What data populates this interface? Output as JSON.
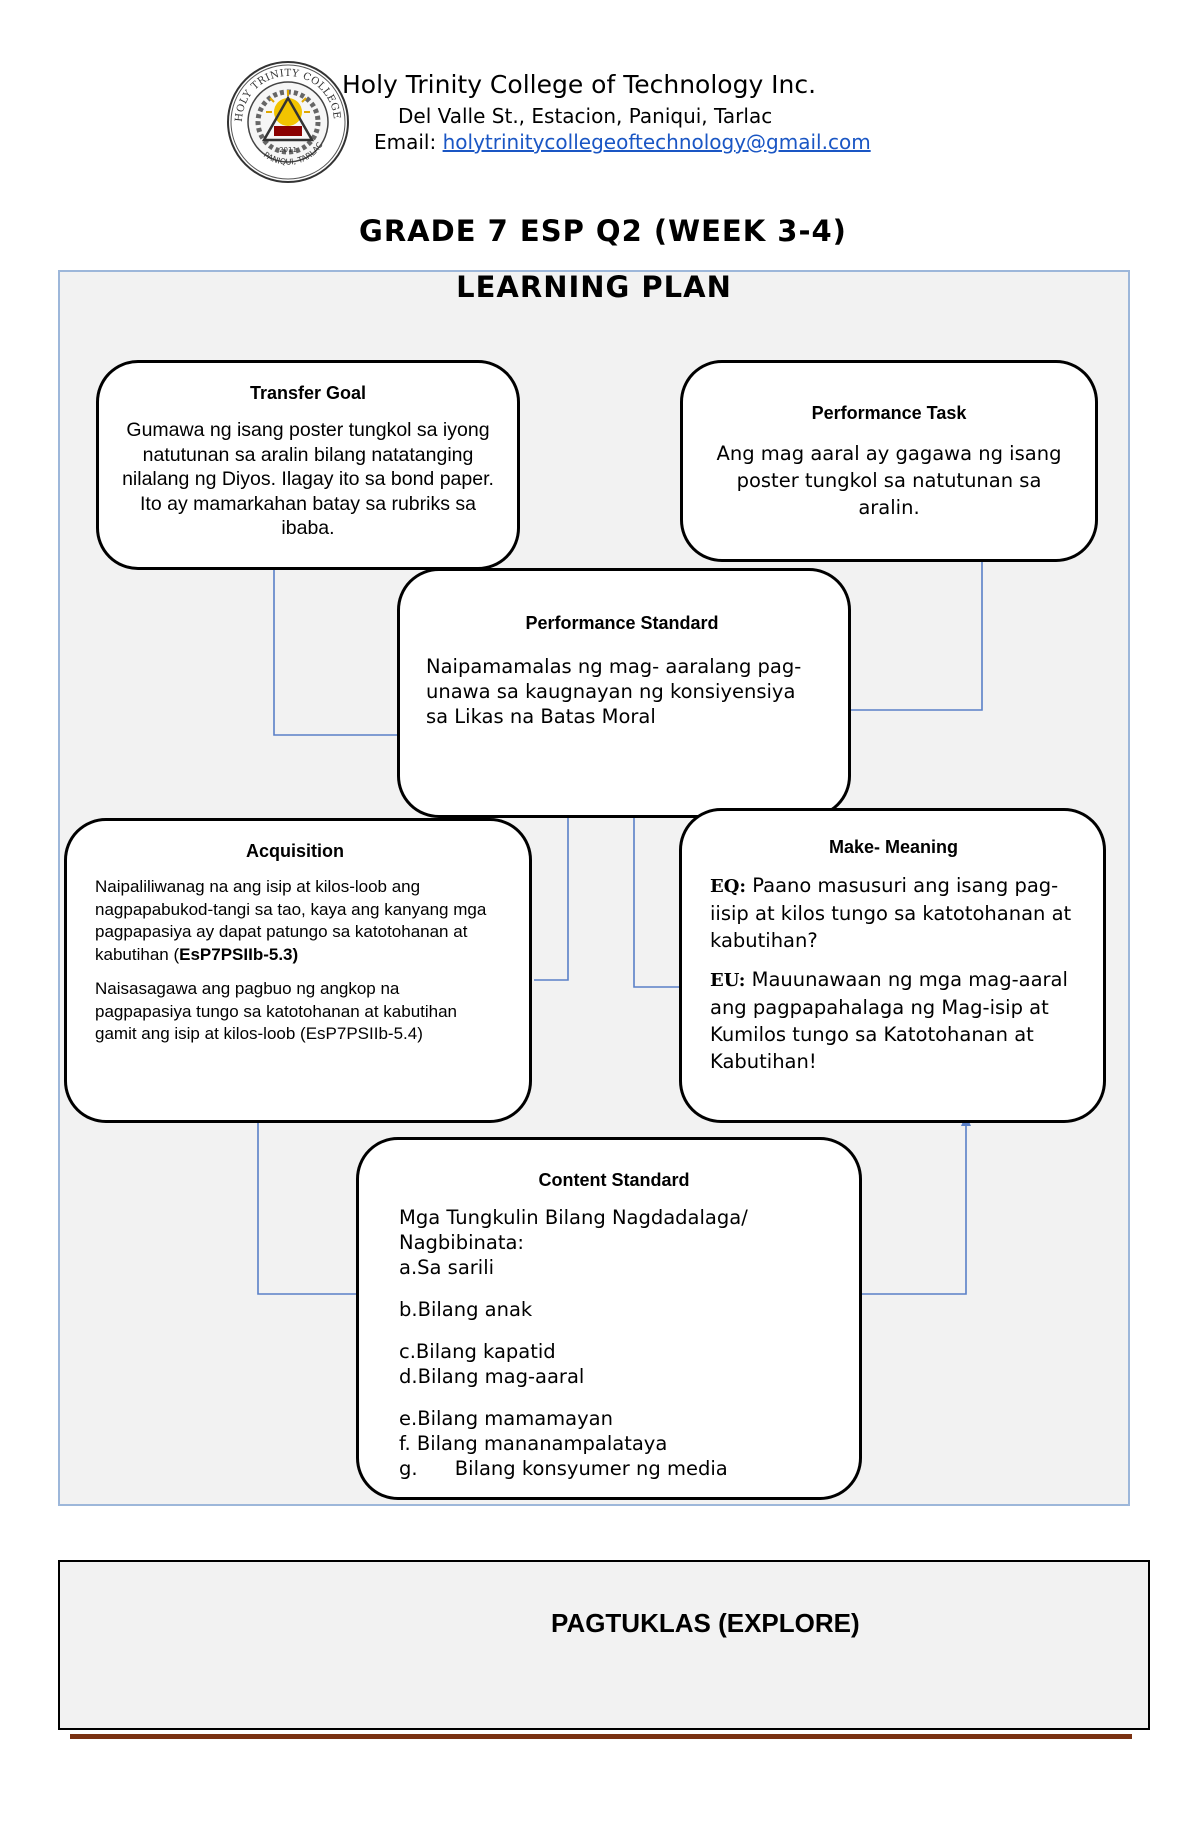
{
  "header": {
    "school_name": "Holy Trinity College of Technology Inc.",
    "address": "Del Valle St., Estacion, Paniqui, Tarlac",
    "email_label": "Email: ",
    "email": "holytrinitycollegeoftechnology@gmail.com",
    "seal_text_top": "HOLY TRINITY COLLEGE OF TECHNOLOGY",
    "seal_text_bottom": "PANIQUI, TARLAC",
    "seal_year": "2011"
  },
  "document_title": "GRADE 7 ESP Q2 (WEEK 3-4)",
  "plan": {
    "title": "LEARNING PLAN",
    "transfer_goal": {
      "title": "Transfer Goal",
      "text": "Gumawa ng isang poster tungkol sa iyong natutunan sa aralin bilang natatanging nilalang ng Diyos. Ilagay ito sa bond paper. Ito ay mamarkahan batay sa rubriks sa ibaba."
    },
    "performance_task": {
      "title": "Performance Task",
      "text": "Ang mag aaral ay gagawa ng isang poster tungkol sa natutunan sa aralin."
    },
    "performance_standard": {
      "title": "Performance Standard",
      "text": "Naipamamalas ng mag- aaralang pag-unawa sa kaugnayan ng konsiyensiya sa Likas na Batas Moral"
    },
    "acquisition": {
      "title": "Acquisition",
      "item1_text": "Naipaliliwanag na ang isip at kilos-loob ang nagpapabukod-tangi sa tao, kaya ang kanyang mga pagpapasiya ay dapat patungo sa katotohanan at kabutihan (",
      "item1_code": "EsP7PSIIb-5.3)",
      "item2_text": "Naisasagawa ang pagbuo ng angkop na pagpapasiya tungo sa katotohanan at kabutihan gamit ang isip at kilos-loob (EsP7PSIIb-5.4)"
    },
    "make_meaning": {
      "title": "Make- Meaning",
      "eq_label": "EQ:",
      "eq_text": " Paano masusuri ang isang pag-iisip at kilos tungo sa katotohanan at kabutihan?",
      "eu_label": "EU:",
      "eu_text": " Mauunawaan ng mga mag-aaral ang pagpapahalaga ng Mag-isip at Kumilos tungo sa Katotohanan at Kabutihan!"
    },
    "content_standard": {
      "title": "Content Standard",
      "intro": "Mga Tungkulin Bilang Nagdadalaga/ Nagbibinata:",
      "items": [
        "a.Sa sarili",
        "b.Bilang anak",
        "c.Bilang kapatid",
        "d.Bilang mag-aaral",
        "e.Bilang mamamayan",
        "f. Bilang mananampalataya",
        "g.      Bilang konsyumer ng media"
      ]
    }
  },
  "explore": {
    "title": "PAGTUKLAS (EXPLORE)"
  },
  "colors": {
    "connector": "#5a80c8",
    "panel_border": "#9db7da",
    "panel_bg": "#f2f2f2",
    "footer_rule": "#7a3112",
    "link": "#1a56c4"
  }
}
